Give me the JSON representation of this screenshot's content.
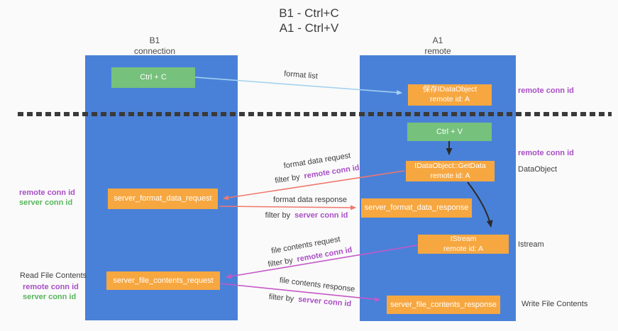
{
  "title": {
    "line1": "B1 - Ctrl+C",
    "line2": "A1 - Ctrl+V"
  },
  "lanes": {
    "left": {
      "name": "B1",
      "role": "connection"
    },
    "right": {
      "name": "A1",
      "role": "remote"
    }
  },
  "nodes": {
    "ctrl_c": {
      "label": "Ctrl + C"
    },
    "ctrl_v": {
      "label": "Ctrl + V"
    },
    "save_idataobject": {
      "line1": "保存IDataObject",
      "line2": "remote id: A"
    },
    "idataobject_getdata": {
      "line1": "IDataObject::GetData",
      "line2": "remote id: A"
    },
    "istream": {
      "line1": "IStream",
      "line2": "remote id: A"
    },
    "server_format_data_request": {
      "label": "server_format_data_request"
    },
    "server_format_data_response": {
      "label": "server_format_data_response"
    },
    "server_file_contents_request": {
      "label": "server_file_contents_request"
    },
    "server_file_contents_response": {
      "label": "server_file_contents_response"
    }
  },
  "arrow_labels": {
    "format_list": "format list",
    "format_data_request": "format data request",
    "format_data_response": "format data response",
    "file_contents_request": "file contents request",
    "file_contents_response": "file contents response",
    "filter_by": "filter by",
    "remote_conn_id": "remote conn id",
    "server_conn_id": "server conn id"
  },
  "side_labels": {
    "remote_conn_id": "remote conn id",
    "server_conn_id": "server conn id",
    "dataobject": "DataObject",
    "istream": "Istream",
    "read_file_contents": "Read File Contents",
    "write_file_contents": "Write File Contents"
  },
  "colors": {
    "background": "#fafafa",
    "lane_blue": "#4a81d8",
    "node_orange": "#f7a740",
    "node_green": "#76c17c",
    "arrow_light_blue": "#a5d3f0",
    "arrow_salmon": "#f0776c",
    "arrow_magenta": "#c558c8",
    "arrow_black": "#2b2b2b",
    "text_purple": "#a94fc4",
    "text_green": "#58b55c",
    "text_dark": "#3d3d3d"
  }
}
